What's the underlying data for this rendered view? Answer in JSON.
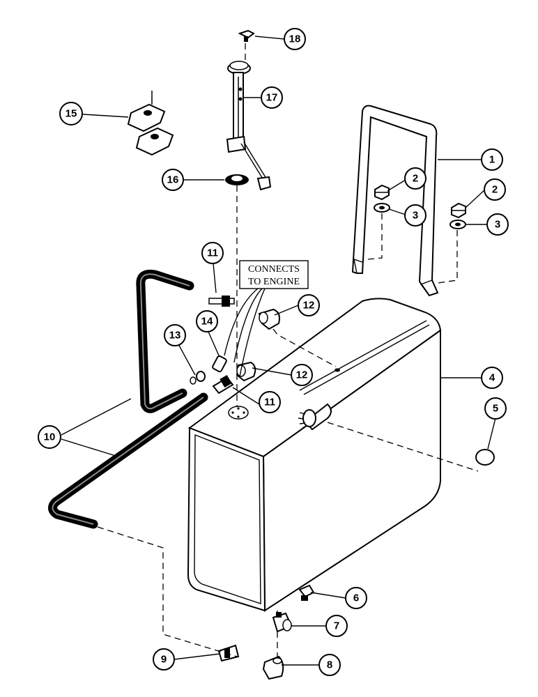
{
  "note": {
    "line1": "CONNECTS",
    "line2": "TO ENGINE"
  },
  "callouts": [
    {
      "id": "c1",
      "label": "1"
    },
    {
      "id": "c2a",
      "label": "2"
    },
    {
      "id": "c2b",
      "label": "2"
    },
    {
      "id": "c3a",
      "label": "3"
    },
    {
      "id": "c3b",
      "label": "3"
    },
    {
      "id": "c4",
      "label": "4"
    },
    {
      "id": "c5",
      "label": "5"
    },
    {
      "id": "c6",
      "label": "6"
    },
    {
      "id": "c7",
      "label": "7"
    },
    {
      "id": "c8",
      "label": "8"
    },
    {
      "id": "c9",
      "label": "9"
    },
    {
      "id": "c10",
      "label": "10"
    },
    {
      "id": "c11a",
      "label": "11"
    },
    {
      "id": "c11b",
      "label": "11"
    },
    {
      "id": "c12a",
      "label": "12"
    },
    {
      "id": "c12b",
      "label": "12"
    },
    {
      "id": "c13",
      "label": "13"
    },
    {
      "id": "c14",
      "label": "14"
    },
    {
      "id": "c15",
      "label": "15"
    },
    {
      "id": "c16",
      "label": "16"
    },
    {
      "id": "c17",
      "label": "17"
    },
    {
      "id": "c18",
      "label": "18"
    }
  ]
}
